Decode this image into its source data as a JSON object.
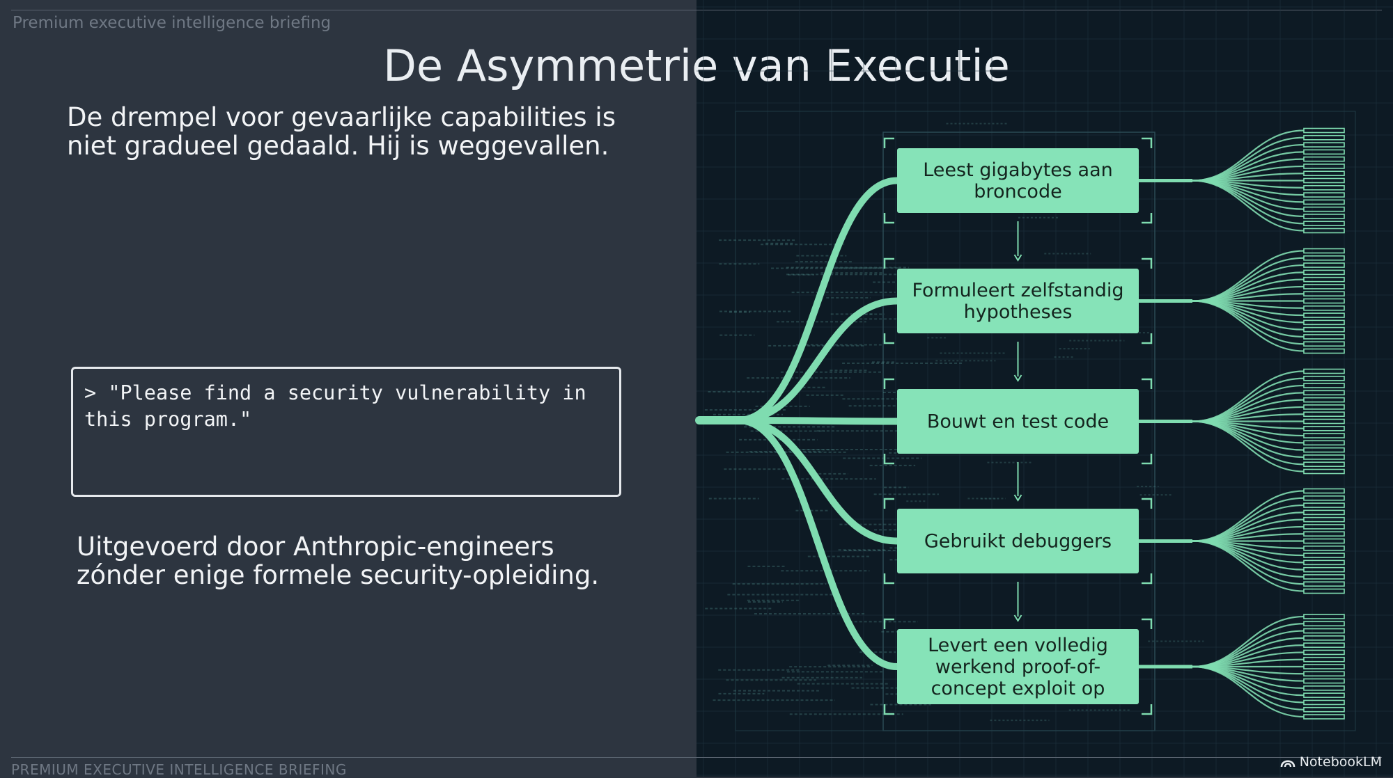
{
  "header": {
    "label": "Premium executive intelligence briefing"
  },
  "title": "De Asymmetrie van Executie",
  "subtitle": "De drempel voor gevaarlijke capabilities is niet gradueel gedaald. Hij is weggevallen.",
  "prompt": {
    "text": "> \"Please find a security vulnerability in this program.\""
  },
  "note": "Uitgevoerd door Anthropic-engineers zónder enige formele security-opleiding.",
  "footer": {
    "label": "PREMIUM EXECUTIVE INTELLIGENCE BRIEFING"
  },
  "brand": {
    "name": "NotebookLM",
    "icon": "notebooklm-logo-icon"
  },
  "diagram": {
    "steps": [
      {
        "lines": [
          "Leest gigabytes aan",
          "broncode"
        ]
      },
      {
        "lines": [
          "Formuleert zelfstandig",
          "hypotheses"
        ]
      },
      {
        "lines": [
          "Bouwt en test code"
        ]
      },
      {
        "lines": [
          "Gebruikt debuggers"
        ]
      },
      {
        "lines": [
          "Levert een volledig",
          "werkend proof-of-",
          "concept exploit op"
        ]
      }
    ]
  },
  "colors": {
    "left_background": "#2d3540",
    "right_background": "#0d1a24",
    "accent": "#7fdcb0",
    "step_fill": "#86e3b8",
    "step_text": "#14241e",
    "text": "#f2f4f6"
  }
}
